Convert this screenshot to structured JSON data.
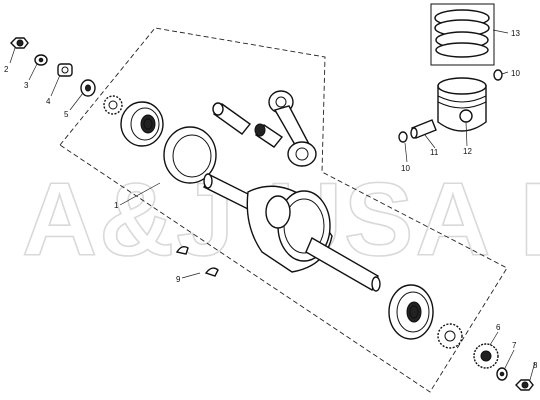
{
  "watermark": "A&J USA Inc.",
  "callouts": [
    "1",
    "2",
    "3",
    "4",
    "5",
    "6",
    "7",
    "8",
    "9",
    "10",
    "10",
    "11",
    "12",
    "13"
  ],
  "colors": {
    "ink": "#111111",
    "watermark": "#d9d9d9",
    "paper": "#ffffff"
  }
}
